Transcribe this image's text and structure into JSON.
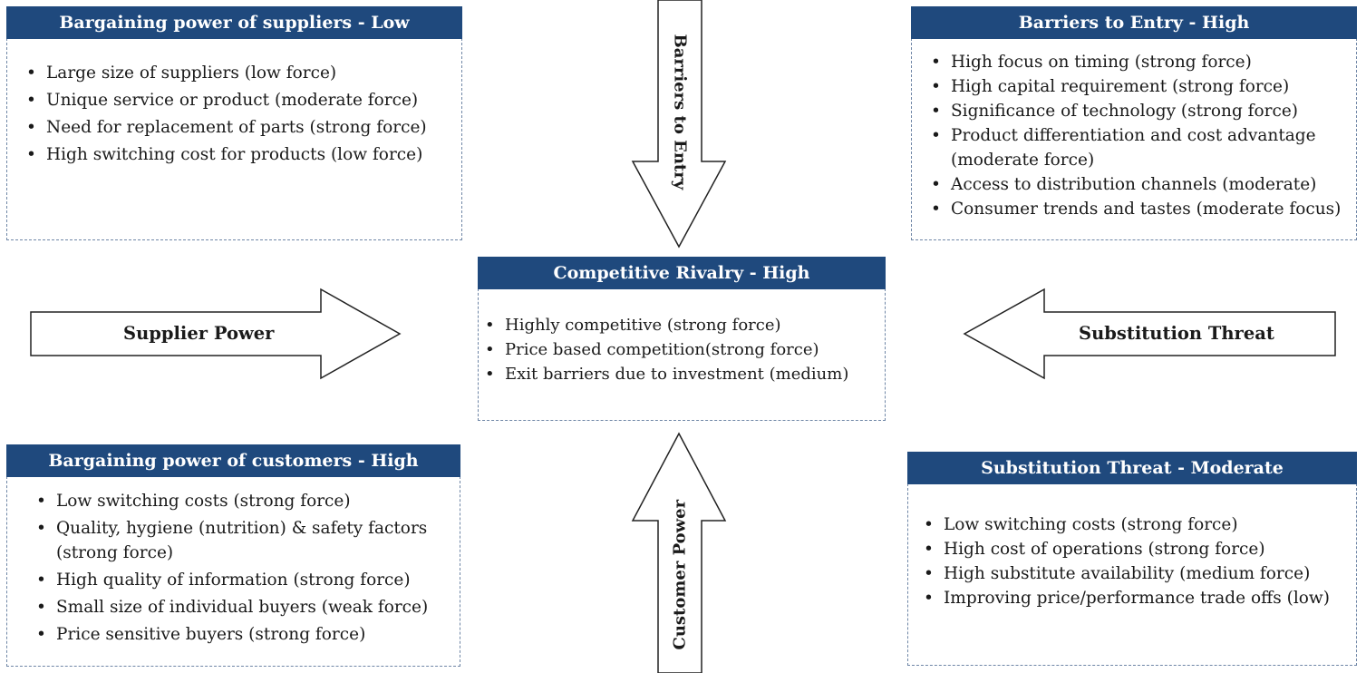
{
  "suppliers": {
    "title": "Bargaining power of suppliers - Low",
    "items": [
      "Large size of suppliers (low force)",
      "Unique service or product (moderate force)",
      "Need for replacement of parts (strong force)",
      "High switching cost for products (low force)"
    ]
  },
  "entry": {
    "title": "Barriers to Entry - High",
    "items": [
      "High focus on timing (strong force)",
      "High capital requirement (strong force)",
      "Significance of technology (strong force)",
      "Product differentiation and cost advantage (moderate force)",
      "Access to distribution channels (moderate)",
      "Consumer trends and tastes (moderate focus)"
    ]
  },
  "rivalry": {
    "title": "Competitive Rivalry - High",
    "items": [
      "Highly competitive (strong force)",
      "Price based competition(strong force)",
      "Exit barriers due to investment (medium)"
    ]
  },
  "customers": {
    "title": "Bargaining power of customers - High",
    "items": [
      "Low switching costs (strong force)",
      "Quality, hygiene (nutrition) & safety factors (strong force)",
      "High quality of information (strong force)",
      "Small size of individual buyers (weak force)",
      "Price sensitive buyers (strong force)"
    ]
  },
  "substitution": {
    "title": "Substitution Threat - Moderate",
    "items": [
      "Low switching costs (strong force)",
      "High cost of operations  (strong force)",
      "High substitute availability (medium force)",
      "Improving price/performance trade offs (low)"
    ]
  },
  "arrows": {
    "top": "Barriers to Entry",
    "left": "Supplier Power",
    "right": "Substitution Threat",
    "bottom": "Customer Power"
  },
  "colors": {
    "header": "#1f497d",
    "dashed_border": "#6f86a6"
  }
}
